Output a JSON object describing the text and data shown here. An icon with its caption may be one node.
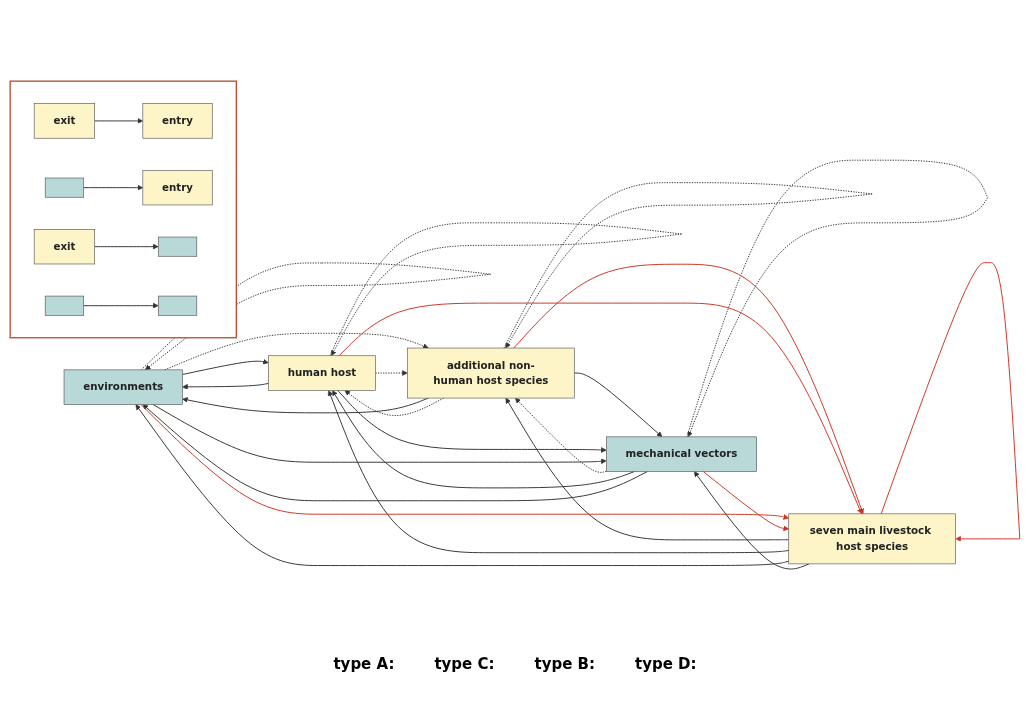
{
  "diagram": {
    "nodes": [
      {
        "text": [
          "environments"
        ]
      },
      {
        "text": [
          "additional non-human host species"
        ]
      },
      {
        "text": [
          "human host"
        ]
      },
      {
        "text": [
          "seven main livestock host species"
        ]
      },
      {
        "text": [
          "mechanical vectors"
        ]
      },
      {
        "text": [],
        "shape": "box"
      },
      {
        "text": [
          "exit"
        ],
        "in": 5
      },
      {
        "text": [
          "entry"
        ],
        "in": 5
      },
      {
        "text": [],
        "shape": "box",
        "in": 5
      },
      {
        "text": [
          "entry"
        ],
        "in": 5
      },
      {
        "text": [
          "exit"
        ],
        "in": 5
      },
      {
        "text": [],
        "shape": "box",
        "in": 5
      },
      {
        "text": [],
        "shape": "box",
        "in": 5
      },
      {
        "text": [],
        "shape": "box",
        "in": 5
      }
    ],
    "edges": [
      {
        "from": 2,
        "to": 0,
        "arrow": "to"
      },
      {
        "from": 0,
        "to": 2,
        "arrow": "to"
      },
      {
        "from": 4,
        "to": 1,
        "arrow": "to",
        "style": "dashed"
      },
      {
        "from": 1,
        "to": 4,
        "arrow": "to"
      },
      {
        "from": 1,
        "to": 1,
        "arrow": "to",
        "style": "dashed"
      },
      {
        "from": 2,
        "to": 2,
        "arrow": "to",
        "style": "dashed"
      },
      {
        "from": 1,
        "to": 0,
        "arrow": "to"
      },
      {
        "from": 0,
        "to": 1,
        "arrow": "to",
        "style": "dashed"
      },
      {
        "from": 2,
        "to": 1,
        "arrow": "to",
        "style": "dashed"
      },
      {
        "from": 1,
        "to": 2,
        "arrow": "to",
        "style": "dashed"
      },
      {
        "from": 4,
        "to": 2,
        "arrow": "to"
      },
      {
        "from": 2,
        "to": 4,
        "arrow": "to"
      },
      {
        "from": 0,
        "to": 0,
        "arrow": "to",
        "style": "dashed"
      },
      {
        "from": 4,
        "to": 4,
        "arrow": "to",
        "style": "dashed"
      },
      {
        "from": 3,
        "to": 1,
        "arrow": "to"
      },
      {
        "from": 1,
        "to": 3,
        "arrow": "to",
        "color": "#cc3322"
      },
      {
        "from": 3,
        "to": 3,
        "arrow": "to",
        "color": "#cc3322"
      },
      {
        "from": 3,
        "to": 2,
        "arrow": "to"
      },
      {
        "from": 2,
        "to": 3,
        "arrow": "to",
        "color": "#cc3322"
      },
      {
        "from": 3,
        "to": 0,
        "arrow": "to"
      },
      {
        "from": 0,
        "to": 3,
        "arrow": "to",
        "color": "#cc3322"
      },
      {
        "from": 4,
        "to": 3,
        "arrow": "to",
        "color": "#cc3322"
      },
      {
        "from": 3,
        "to": 4,
        "arrow": "to"
      },
      {
        "from": 4,
        "to": 0,
        "arrow": "to"
      },
      {
        "from": 0,
        "to": 4,
        "arrow": "to"
      },
      {
        "from": 6,
        "to": 7,
        "arrow": "to"
      },
      {
        "from": 8,
        "to": 9,
        "arrow": "to"
      },
      {
        "from": 10,
        "to": 11,
        "arrow": "to"
      },
      {
        "from": 12,
        "to": 13,
        "arrow": "to"
      }
    ],
    "labels": [
      "type A:",
      "type C:",
      "type B:",
      "type D:"
    ]
  }
}
